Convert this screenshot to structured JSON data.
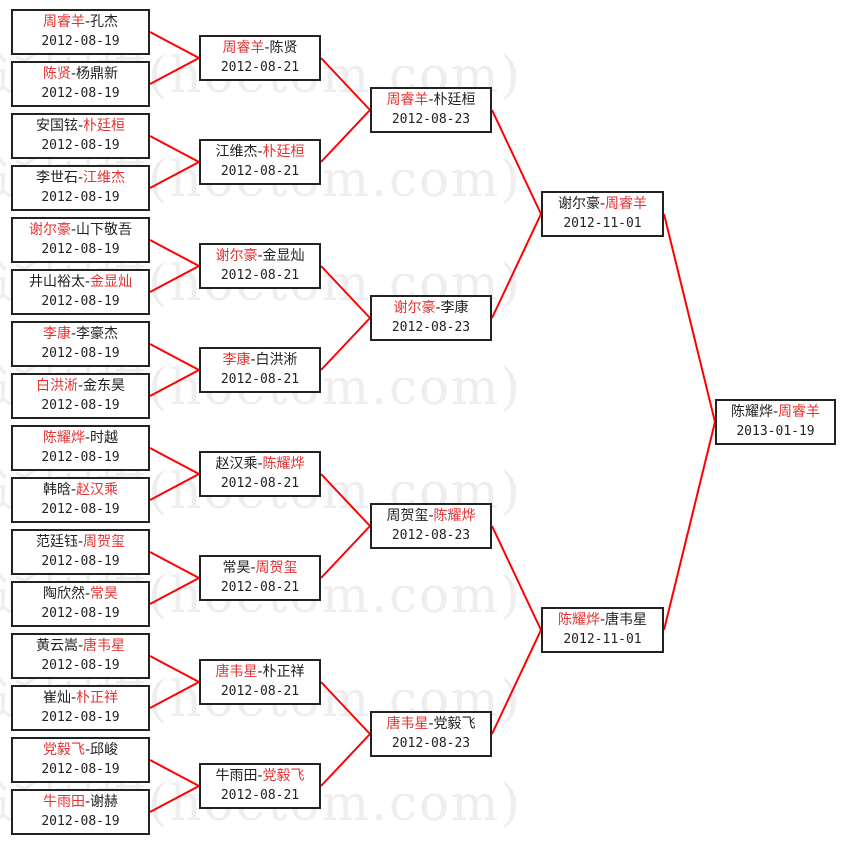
{
  "watermark": "弘通围棋(hoetom.com)",
  "colors": {
    "winner": "#e53333",
    "line": "#ff0000",
    "border": "#222222"
  },
  "rounds": [
    [
      {
        "players": [
          "周睿羊",
          "孔杰"
        ],
        "winner": 0,
        "date": "2012-08-19"
      },
      {
        "players": [
          "陈贤",
          "杨鼎新"
        ],
        "winner": 0,
        "date": "2012-08-19"
      },
      {
        "players": [
          "安国铉",
          "朴廷桓"
        ],
        "winner": 1,
        "date": "2012-08-19"
      },
      {
        "players": [
          "李世石",
          "江维杰"
        ],
        "winner": 1,
        "date": "2012-08-19"
      },
      {
        "players": [
          "谢尔豪",
          "山下敬吾"
        ],
        "winner": 0,
        "date": "2012-08-19"
      },
      {
        "players": [
          "井山裕太",
          "金显灿"
        ],
        "winner": 1,
        "date": "2012-08-19"
      },
      {
        "players": [
          "李康",
          "李豪杰"
        ],
        "winner": 0,
        "date": "2012-08-19"
      },
      {
        "players": [
          "白洪淅",
          "金东昊"
        ],
        "winner": 0,
        "date": "2012-08-19"
      },
      {
        "players": [
          "陈耀烨",
          "时越"
        ],
        "winner": 0,
        "date": "2012-08-19"
      },
      {
        "players": [
          "韩晗",
          "赵汉乘"
        ],
        "winner": 1,
        "date": "2012-08-19"
      },
      {
        "players": [
          "范廷钰",
          "周贺玺"
        ],
        "winner": 1,
        "date": "2012-08-19"
      },
      {
        "players": [
          "陶欣然",
          "常昊"
        ],
        "winner": 1,
        "date": "2012-08-19"
      },
      {
        "players": [
          "黄云嵩",
          "唐韦星"
        ],
        "winner": 1,
        "date": "2012-08-19"
      },
      {
        "players": [
          "崔灿",
          "朴正祥"
        ],
        "winner": 1,
        "date": "2012-08-19"
      },
      {
        "players": [
          "党毅飞",
          "邱峻"
        ],
        "winner": 0,
        "date": "2012-08-19"
      },
      {
        "players": [
          "牛雨田",
          "谢赫"
        ],
        "winner": 0,
        "date": "2012-08-19"
      }
    ],
    [
      {
        "players": [
          "周睿羊",
          "陈贤"
        ],
        "winner": 0,
        "date": "2012-08-21"
      },
      {
        "players": [
          "江维杰",
          "朴廷桓"
        ],
        "winner": 1,
        "date": "2012-08-21"
      },
      {
        "players": [
          "谢尔豪",
          "金显灿"
        ],
        "winner": 0,
        "date": "2012-08-21"
      },
      {
        "players": [
          "李康",
          "白洪淅"
        ],
        "winner": 0,
        "date": "2012-08-21"
      },
      {
        "players": [
          "赵汉乘",
          "陈耀烨"
        ],
        "winner": 1,
        "date": "2012-08-21"
      },
      {
        "players": [
          "常昊",
          "周贺玺"
        ],
        "winner": 1,
        "date": "2012-08-21"
      },
      {
        "players": [
          "唐韦星",
          "朴正祥"
        ],
        "winner": 0,
        "date": "2012-08-21"
      },
      {
        "players": [
          "牛雨田",
          "党毅飞"
        ],
        "winner": 1,
        "date": "2012-08-21"
      }
    ],
    [
      {
        "players": [
          "周睿羊",
          "朴廷桓"
        ],
        "winner": 0,
        "date": "2012-08-23"
      },
      {
        "players": [
          "谢尔豪",
          "李康"
        ],
        "winner": 0,
        "date": "2012-08-23"
      },
      {
        "players": [
          "周贺玺",
          "陈耀烨"
        ],
        "winner": 1,
        "date": "2012-08-23"
      },
      {
        "players": [
          "唐韦星",
          "党毅飞"
        ],
        "winner": 0,
        "date": "2012-08-23"
      }
    ],
    [
      {
        "players": [
          "谢尔豪",
          "周睿羊"
        ],
        "winner": 1,
        "date": "2012-11-01"
      },
      {
        "players": [
          "陈耀烨",
          "唐韦星"
        ],
        "winner": 0,
        "date": "2012-11-01"
      }
    ],
    [
      {
        "players": [
          "陈耀烨",
          "周睿羊"
        ],
        "winner": 1,
        "date": "2013-01-19"
      }
    ]
  ]
}
